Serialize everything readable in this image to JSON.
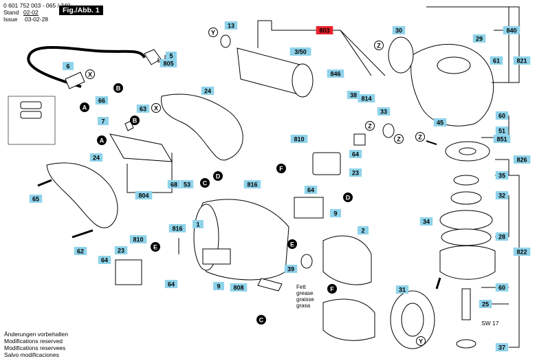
{
  "header": {
    "doc_number": "0 601 752 003 - 065 / 240",
    "stand_label": "Stand",
    "stand_date": "02-02",
    "issue_label": "Issue",
    "issue_date": "03-02-28",
    "figure_label": "Fig./Abb. 1"
  },
  "footer": {
    "lines": [
      "Änderungen vorbehalten",
      "Modifications reserved",
      "Modifications reservees",
      "Salvo modificaciones"
    ]
  },
  "grease_note": [
    "Fett",
    "grease",
    "graisse",
    "grasa"
  ],
  "wrench_size": "SW 17",
  "colors": {
    "label_bg": "#8fd3ea",
    "highlight_bg": "#e8212b",
    "ink": "#000000"
  },
  "part_labels": [
    {
      "id": "p13",
      "text": "13"
    },
    {
      "id": "p3_50",
      "text": "3/50"
    },
    {
      "id": "p803",
      "text": "803",
      "highlight": true
    },
    {
      "id": "p846",
      "text": "846"
    },
    {
      "id": "p38",
      "text": "38"
    },
    {
      "id": "p814",
      "text": "814"
    },
    {
      "id": "p33",
      "text": "33"
    },
    {
      "id": "p30",
      "text": "30"
    },
    {
      "id": "p840",
      "text": "840"
    },
    {
      "id": "p29",
      "text": "29"
    },
    {
      "id": "p821",
      "text": "821"
    },
    {
      "id": "p61",
      "text": "61"
    },
    {
      "id": "p60a",
      "text": "60"
    },
    {
      "id": "p51",
      "text": "51"
    },
    {
      "id": "p851",
      "text": "851"
    },
    {
      "id": "p45",
      "text": "45"
    },
    {
      "id": "p826",
      "text": "826"
    },
    {
      "id": "p35",
      "text": "35"
    },
    {
      "id": "p32",
      "text": "32"
    },
    {
      "id": "p34",
      "text": "34"
    },
    {
      "id": "p28",
      "text": "28"
    },
    {
      "id": "p822",
      "text": "822"
    },
    {
      "id": "p60b",
      "text": "60"
    },
    {
      "id": "p25",
      "text": "25"
    },
    {
      "id": "p37",
      "text": "37"
    },
    {
      "id": "p31",
      "text": "31"
    },
    {
      "id": "p5",
      "text": "5"
    },
    {
      "id": "p805",
      "text": "805"
    },
    {
      "id": "p6",
      "text": "6"
    },
    {
      "id": "p66",
      "text": "66"
    },
    {
      "id": "p63",
      "text": "63"
    },
    {
      "id": "p7",
      "text": "7"
    },
    {
      "id": "p24a",
      "text": "24"
    },
    {
      "id": "p68",
      "text": "68"
    },
    {
      "id": "p53",
      "text": "53"
    },
    {
      "id": "p804",
      "text": "804"
    },
    {
      "id": "p24b",
      "text": "24"
    },
    {
      "id": "p65",
      "text": "65"
    },
    {
      "id": "p62",
      "text": "62"
    },
    {
      "id": "p810a",
      "text": "810"
    },
    {
      "id": "p64a",
      "text": "64"
    },
    {
      "id": "p23a",
      "text": "23"
    },
    {
      "id": "p816a",
      "text": "816"
    },
    {
      "id": "p64b",
      "text": "64"
    },
    {
      "id": "p9a",
      "text": "9"
    },
    {
      "id": "p1",
      "text": "1"
    },
    {
      "id": "p816b",
      "text": "816"
    },
    {
      "id": "p810b",
      "text": "810"
    },
    {
      "id": "p23b",
      "text": "23"
    },
    {
      "id": "p64c",
      "text": "64"
    },
    {
      "id": "p64d",
      "text": "64"
    },
    {
      "id": "p9b",
      "text": "9"
    },
    {
      "id": "p808",
      "text": "808"
    },
    {
      "id": "p39",
      "text": "39"
    },
    {
      "id": "p2",
      "text": "2"
    }
  ],
  "connector_markers": [
    {
      "id": "mA1",
      "text": "A"
    },
    {
      "id": "mA2",
      "text": "A"
    },
    {
      "id": "mB1",
      "text": "B"
    },
    {
      "id": "mB2",
      "text": "B"
    },
    {
      "id": "mC1",
      "text": "C"
    },
    {
      "id": "mC2",
      "text": "C"
    },
    {
      "id": "mD1",
      "text": "D"
    },
    {
      "id": "mD2",
      "text": "D"
    },
    {
      "id": "mE1",
      "text": "E"
    },
    {
      "id": "mE2",
      "text": "E"
    },
    {
      "id": "mF1",
      "text": "F"
    },
    {
      "id": "mF2",
      "text": "F"
    }
  ],
  "ref_markers": [
    {
      "id": "rX1",
      "text": "X"
    },
    {
      "id": "rX2",
      "text": "X"
    },
    {
      "id": "rY1",
      "text": "Y"
    },
    {
      "id": "rY2",
      "text": "Y"
    },
    {
      "id": "rZ1",
      "text": "Z"
    },
    {
      "id": "rZ2",
      "text": "Z"
    },
    {
      "id": "rZ3",
      "text": "Z"
    },
    {
      "id": "rZ4",
      "text": "Z"
    }
  ]
}
